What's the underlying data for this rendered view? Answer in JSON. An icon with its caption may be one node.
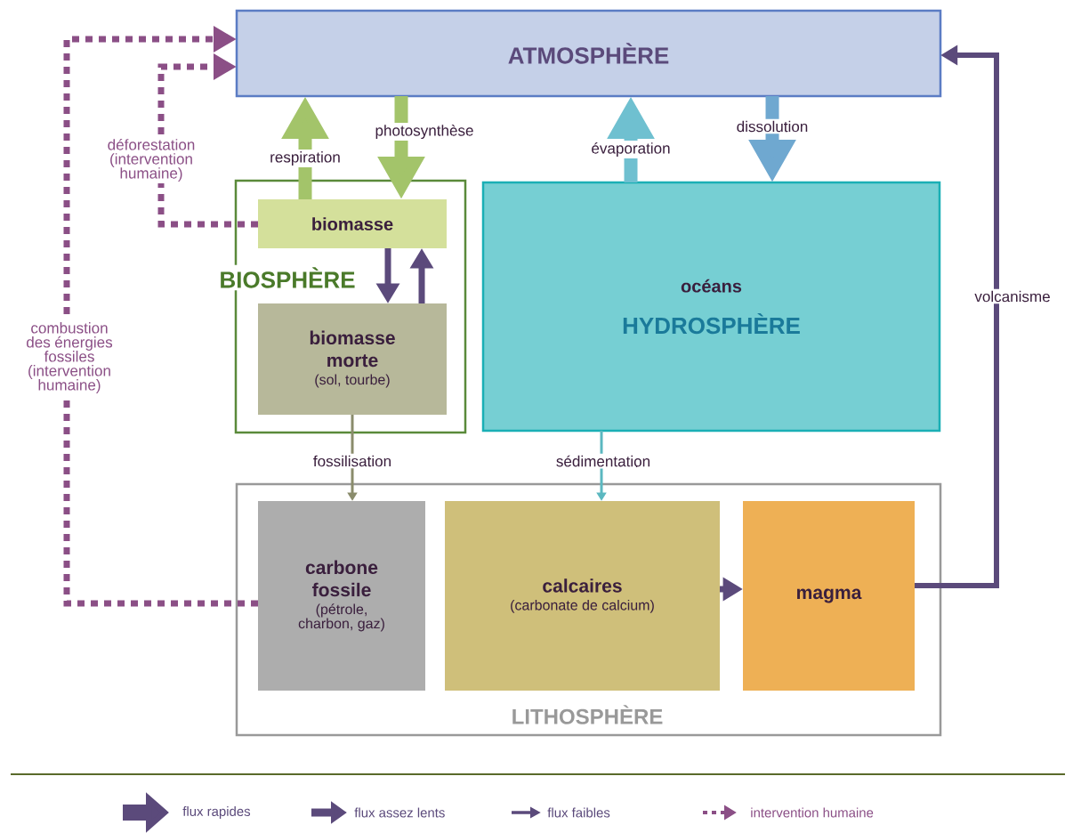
{
  "diagram": {
    "nodes": [
      {
        "text": [
          "ATMOSPHÈRE"
        ]
      },
      {
        "text": [
          "BIOSPHÈRE"
        ]
      },
      {
        "text": [
          "biomasse"
        ],
        "in": 1
      },
      {
        "text": [
          "biomasse morte",
          "(sol, tourbe)"
        ],
        "in": 1
      },
      {
        "text": [
          "océans",
          "HYDROSPHÈRE"
        ]
      },
      {
        "text": [
          "LITHOSPHÈRE"
        ]
      },
      {
        "text": [
          "carbone fossile",
          "(pétrole, charbon, gaz)"
        ],
        "in": 5
      },
      {
        "text": [
          "calcaires",
          "(carbonate de calcium)"
        ],
        "in": 5
      },
      {
        "text": [
          "magma"
        ],
        "in": 5
      }
    ],
    "edges": [
      {
        "from": 2,
        "to": 0,
        "arrow": "to",
        "label": "respiration",
        "style": "thick",
        "color": "#a3c46a"
      },
      {
        "from": 0,
        "to": 2,
        "arrow": "to",
        "label": "photosynthèse",
        "style": "thick",
        "color": "#a3c46a"
      },
      {
        "from": 4,
        "to": 0,
        "arrow": "to",
        "label": "évaporation",
        "style": "thick",
        "color": "#6fc0d0"
      },
      {
        "from": 0,
        "to": 4,
        "arrow": "to",
        "label": "dissolution",
        "style": "thick",
        "color": "#6fa8d0"
      },
      {
        "from": 2,
        "to": 3,
        "arrow": "to"
      },
      {
        "from": 3,
        "to": 2,
        "arrow": "to"
      },
      {
        "from": 3,
        "to": 6,
        "arrow": "to",
        "label": "fossilisation",
        "color": "#8a8c6c"
      },
      {
        "from": 4,
        "to": 7,
        "arrow": "to",
        "label": "sédimentation",
        "color": "#5bb8c0"
      },
      {
        "from": 7,
        "to": 8,
        "arrow": "to"
      },
      {
        "from": 8,
        "to": 0,
        "arrow": "to",
        "label": "volcanisme"
      },
      {
        "from": 2,
        "to": 0,
        "arrow": "to",
        "label": "déforestation (intervention humaine)",
        "style": "dashed",
        "color": "#8b4f86"
      },
      {
        "from": 6,
        "to": 0,
        "arrow": "to",
        "label": "combustion des énergies fossiles (intervention humaine)",
        "style": "dashed",
        "color": "#8b4f86"
      }
    ],
    "legend": [
      {
        "text": "flux rapides"
      },
      {
        "text": "flux assez lents"
      },
      {
        "text": "flux faibles"
      },
      {
        "text": "intervention humaine"
      }
    ]
  }
}
